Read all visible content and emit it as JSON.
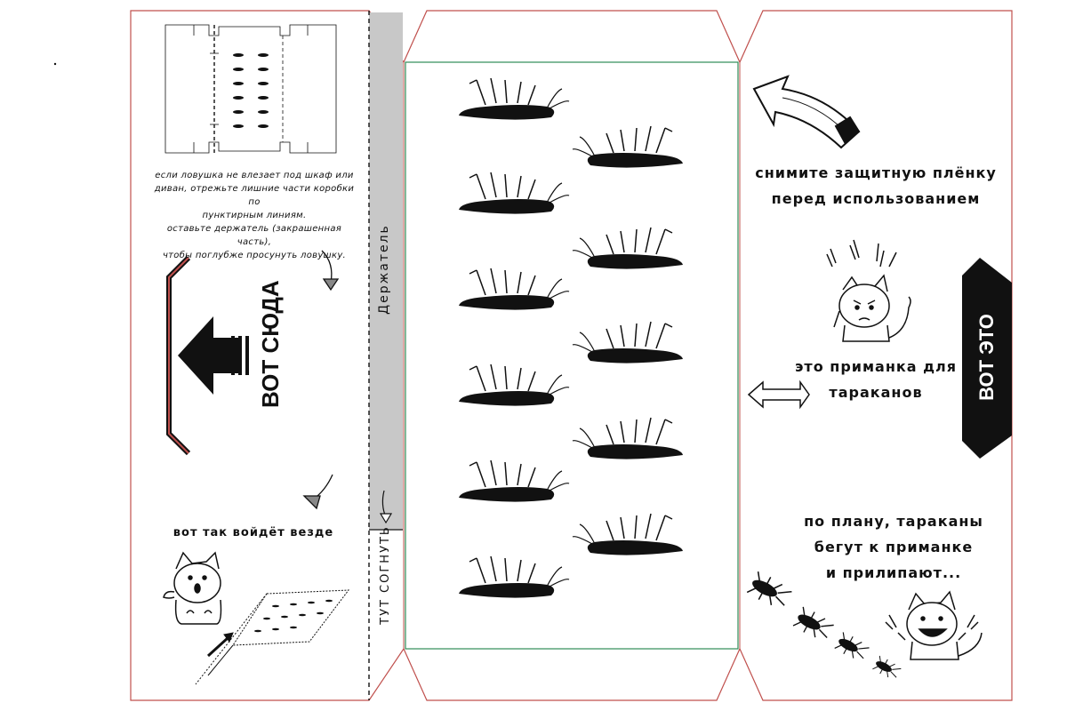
{
  "instructions": {
    "line1": "если ловушка не влезает под шкаф или",
    "line2": "диван, отрежьте лишние части коробки по",
    "line3": "пунктирным линиям.",
    "line4": "оставьте держатель (закрашенная часть),",
    "line5": "чтобы поглубже просунуть ловушку."
  },
  "left_panel": {
    "vot_syuda": "ВОТ СЮДА",
    "vot_tak": "вот так войдёт везде"
  },
  "fold_labels": {
    "holder": "Держатель",
    "fold_here": "ТУТ СОГНУТЬ"
  },
  "right_panel": {
    "film_line1": "снимите защитную плёнку",
    "film_line2": "перед использованием",
    "bait_line1": "это приманка для",
    "bait_line2": "тараканов",
    "vot_eto": "ВОТ ЭТО",
    "plan_line1": "по плану, тараканы",
    "plan_line2": "бегут к приманке",
    "plan_line3": "и прилипают..."
  },
  "colors": {
    "cut_line": "#c0504d",
    "glue_border": "#2e8b57",
    "holder_fill": "#c8c8c8",
    "ink": "#111111"
  }
}
